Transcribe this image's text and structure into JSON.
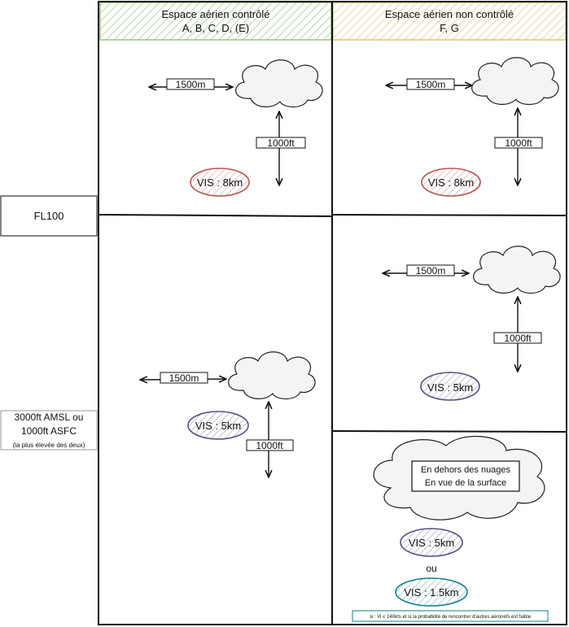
{
  "side_labels": {
    "fl100": "FL100",
    "alt_line1": "3000ft AMSL ou",
    "alt_line2": "1000ft ASFC",
    "alt_note": "(la plus élevée des deux)"
  },
  "columns": {
    "controlled": {
      "title": "Espace aérien contrôlé",
      "classes": "A, B, C, D, (E)",
      "color": "#82b366"
    },
    "uncontrolled": {
      "title": "Espace aérien non contrôlé",
      "classes": "F, G",
      "color": "#d6b656"
    }
  },
  "cells": {
    "ctrl_upper": {
      "horizontal": "1500m",
      "vertical": "1000ft",
      "vis": "VIS : 8km"
    },
    "unctrl_upper": {
      "horizontal": "1500m",
      "vertical": "1000ft",
      "vis": "VIS : 8km"
    },
    "ctrl_lower": {
      "horizontal": "1500m",
      "vertical": "1000ft",
      "vis": "VIS : 5km"
    },
    "unctrl_mid": {
      "horizontal": "1500m",
      "vertical": "1000ft",
      "vis": "VIS : 5km"
    },
    "unctrl_low": {
      "cloud_line1": "En dehors des nuages",
      "cloud_line2": "En vue de la surface",
      "vis": "VIS : 5km",
      "or": "ou",
      "vis_alt": "VIS : 1.5km",
      "note": "si : Vi ≤ 140kts et si la probabilité de rencontrer d'autres aéronefs est faible"
    }
  },
  "colors": {
    "vis_8km": "#b85450",
    "vis_5km": "#56517e",
    "vis_1_5km": "#0e8088",
    "note_border": "#0e8088"
  }
}
